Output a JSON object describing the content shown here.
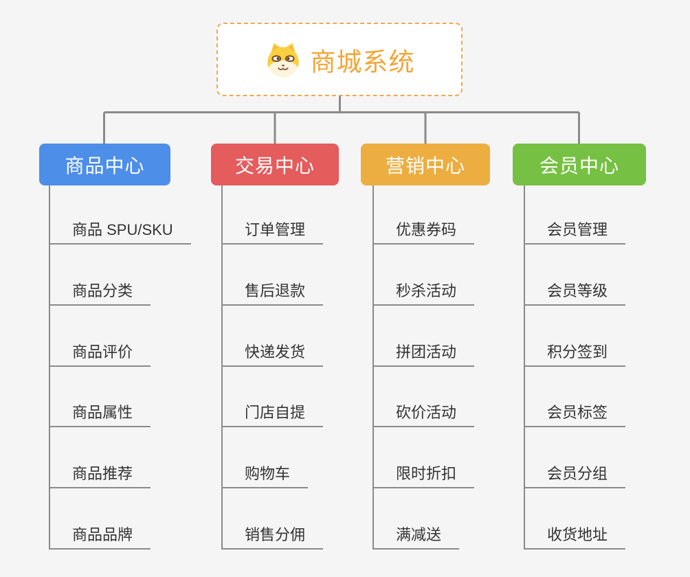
{
  "page": {
    "background": "#f5f5f5",
    "line_color": "#8a8a8a"
  },
  "root": {
    "title": "商城系统",
    "icon": "dog-face-icon",
    "text_color": "#f2a638",
    "border_color": "#efa94f",
    "background": "#ffffff"
  },
  "branches": [
    {
      "label": "商品中心",
      "color": "#4d8ee8",
      "children": [
        "商品 SPU/SKU",
        "商品分类",
        "商品评价",
        "商品属性",
        "商品推荐",
        "商品品牌"
      ]
    },
    {
      "label": "交易中心",
      "color": "#e45c5c",
      "children": [
        "订单管理",
        "售后退款",
        "快递发货",
        "门店自提",
        "购物车",
        "销售分佣"
      ]
    },
    {
      "label": "营销中心",
      "color": "#ecae40",
      "children": [
        "优惠券码",
        "秒杀活动",
        "拼团活动",
        "砍价活动",
        "限时折扣",
        "满减送"
      ]
    },
    {
      "label": "会员中心",
      "color": "#76c043",
      "children": [
        "会员管理",
        "会员等级",
        "积分签到",
        "会员标签",
        "会员分组",
        "收货地址"
      ]
    }
  ]
}
